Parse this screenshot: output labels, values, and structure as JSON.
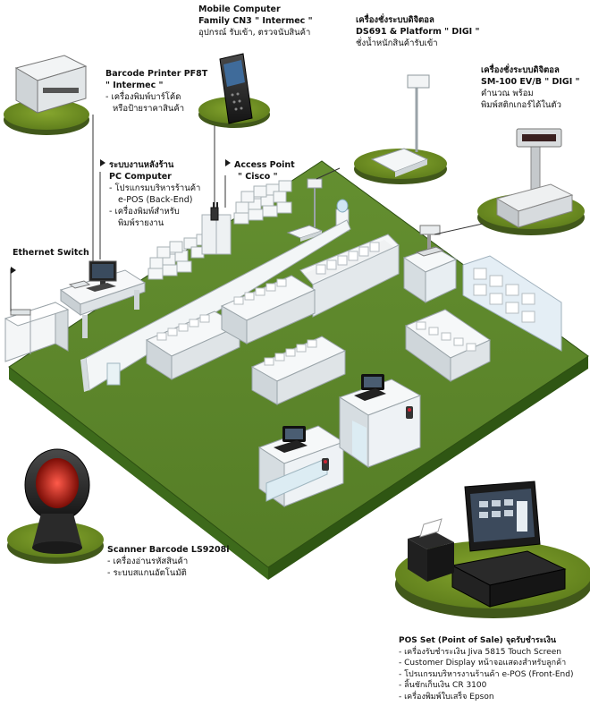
{
  "colors": {
    "floor_top": "#5f8a2c",
    "floor_side": "#3f6b1c",
    "floor_edge": "#2d4f12",
    "disc_top": "#6f8f22",
    "disc_side": "#4d6816",
    "shelf": "#f2f4f5"
  },
  "barcode_printer": {
    "title": "Barcode Printer PF8T",
    "subtitle": "\" Intermec \"",
    "items": [
      "เครื่องพิมพ์บาร์โค้ด",
      "หรือป้ายราคาสินค้า"
    ]
  },
  "mobile_computer": {
    "title": "Mobile Computer",
    "subtitle": "Family CN3 \" Intermec \"",
    "line": "อุปกรณ์ รับเข้า, ตรวจนับสินค้า"
  },
  "scale_ds691": {
    "title": "เครื่องชั่งระบบดิจิตอล",
    "subtitle": "DS691 & Platform \" DIGI \"",
    "line": "ชั่งน้ำหนักสินค้ารับเข้า"
  },
  "scale_sm100": {
    "title": "เครื่องชั่งระบบดิจิตอล",
    "subtitle": "SM-100 EV/B \" DIGI \"",
    "lines": [
      "คำนวณ พร้อม",
      "พิมพ์สติกเกอร์ได้ในตัว"
    ]
  },
  "backend": {
    "title": "ระบบงานหลังร้าน",
    "subtitle": "PC Computer",
    "items": [
      "โปรแกรมบริหารร้านค้า",
      "เครื่องพิมพ์สำหรับ"
    ],
    "continuations": [
      "e-POS (Back-End)",
      "พิมพ์รายงาน"
    ]
  },
  "access_point": {
    "title": "Access Point",
    "subtitle": "\" Cisco \""
  },
  "ethernet_switch": {
    "title": "Ethernet Switch"
  },
  "scanner": {
    "title": "Scanner Barcode LS9208i",
    "items": [
      "เครื่องอ่านรหัสสินค้า",
      "ระบบสแกนอัตโนมัติ"
    ]
  },
  "pos_set": {
    "title": "POS Set (Point of Sale) จุดรับชำระเงิน",
    "items": [
      "เครื่องรับชำระเงิน Jiva 5815 Touch Screen",
      "Customer Display หน้าจอแสดงสำหรับลูกค้า",
      "โปรแกรมบริหารงานร้านค้า e-POS (Front-End)",
      "ลิ้นชักเก็บเงิน CR 3100",
      "เครื่องพิมพ์ใบเสร็จ Epson"
    ]
  }
}
